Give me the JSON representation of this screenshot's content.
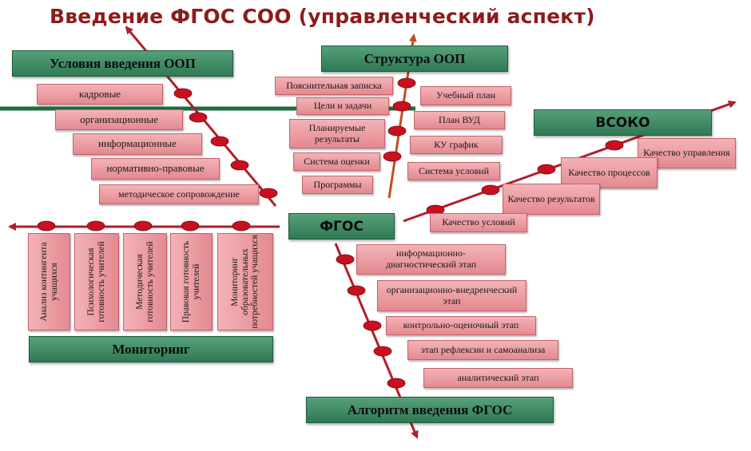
{
  "title": "Введение ФГОС СОО (управленческий аспект)",
  "center": {
    "label": "ФГОС"
  },
  "conditions": {
    "header": "Условия введения ООП",
    "items": [
      "кадровые",
      "организационные",
      "информационные",
      "нормативно-правовые",
      "методическое сопровождение"
    ]
  },
  "structure": {
    "header": "Структура ООП",
    "left_items": [
      "Пояснительная записка",
      "Цели и задачи",
      "Планируемые результаты",
      "Система оценки",
      "Программы"
    ],
    "right_items": [
      "Учебный план",
      "План ВУД",
      "КУ график",
      "Система условий"
    ]
  },
  "vsoko": {
    "header": "ВСОКО",
    "items": [
      "Качество управления",
      "Качество процессов",
      "Качество результатов",
      "Качество условий"
    ]
  },
  "monitoring": {
    "header": "Мониторинг",
    "items": [
      "Анализ контингента учащихся",
      "Психологическая готовность учителей",
      "Методическая готовность учителей",
      "Правовая готовность учителей",
      "Мониторинг образовательных потребностей учащихся"
    ]
  },
  "algorithm": {
    "header": "Алгоритм введения ФГОС",
    "items": [
      "информационно-диагностический этап",
      "организационно-внедренческий этап",
      "контрольно-оценочный этап",
      "этап рефлексии и самоанализа",
      "аналитический этап"
    ]
  },
  "colors": {
    "title": "#8b1c1c",
    "arrow": "#b31e2a",
    "node": "#c8101e",
    "structure_arrow": "#c0501e",
    "header_green": "#2f7a55",
    "line_green": "#1d6b3f",
    "box_pink": "#e9959b"
  }
}
